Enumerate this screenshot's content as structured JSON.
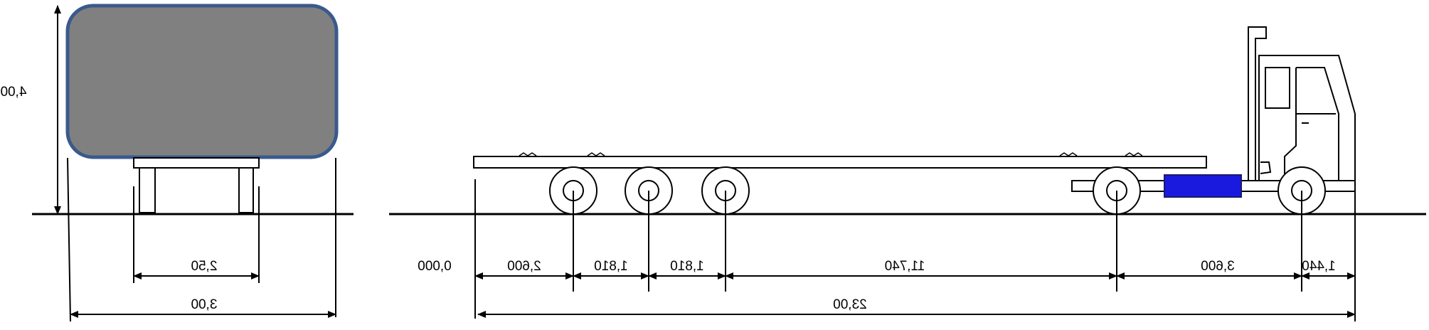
{
  "colors": {
    "line": "#000000",
    "cargo_fill": "#808080",
    "cargo_border": "#3a5a8c",
    "fuel_tank": "#1a1adf"
  },
  "front_view": {
    "height_label": "4,00",
    "inner_width_label": "2,50",
    "outer_width_label": "3,00"
  },
  "side_view": {
    "origin_label": "0,000",
    "segments": [
      {
        "label": "2,600"
      },
      {
        "label": "1,810"
      },
      {
        "label": "1,810"
      },
      {
        "label": "11,740"
      },
      {
        "label": "3,600"
      },
      {
        "label": "1,440"
      }
    ],
    "total_label": "23,00"
  }
}
